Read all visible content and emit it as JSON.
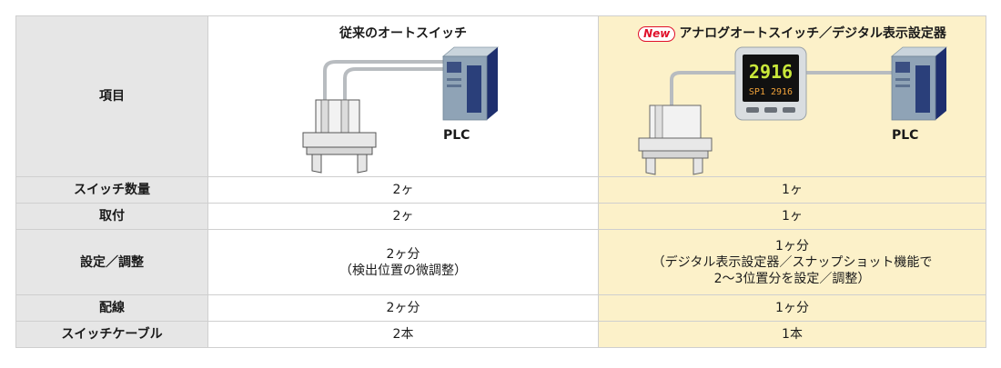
{
  "table": {
    "header": {
      "item_label": "項目",
      "conventional_title": "従来のオートスイッチ",
      "new_badge": "New",
      "analog_title": "アナログオートスイッチ／デジタル表示設定器",
      "plc_left": "PLC",
      "plc_right": "PLC",
      "display_top": "2916",
      "display_bottom": "SP1 2916"
    },
    "rows": [
      {
        "label": "スイッチ数量",
        "conventional": "2ヶ",
        "analog": "1ヶ"
      },
      {
        "label": "取付",
        "conventional": "2ヶ",
        "analog": "1ヶ"
      },
      {
        "label": "設定／調整",
        "conventional": [
          "2ヶ分",
          "（検出位置の微調整）"
        ],
        "analog": [
          "1ヶ分",
          "（デジタル表示設定器／スナップショット機能で",
          "2～3位置分を設定／調整）"
        ]
      },
      {
        "label": "配線",
        "conventional": "2ヶ分",
        "analog": "1ヶ分"
      },
      {
        "label": "スイッチケーブル",
        "conventional": "2本",
        "analog": "1本"
      }
    ]
  }
}
